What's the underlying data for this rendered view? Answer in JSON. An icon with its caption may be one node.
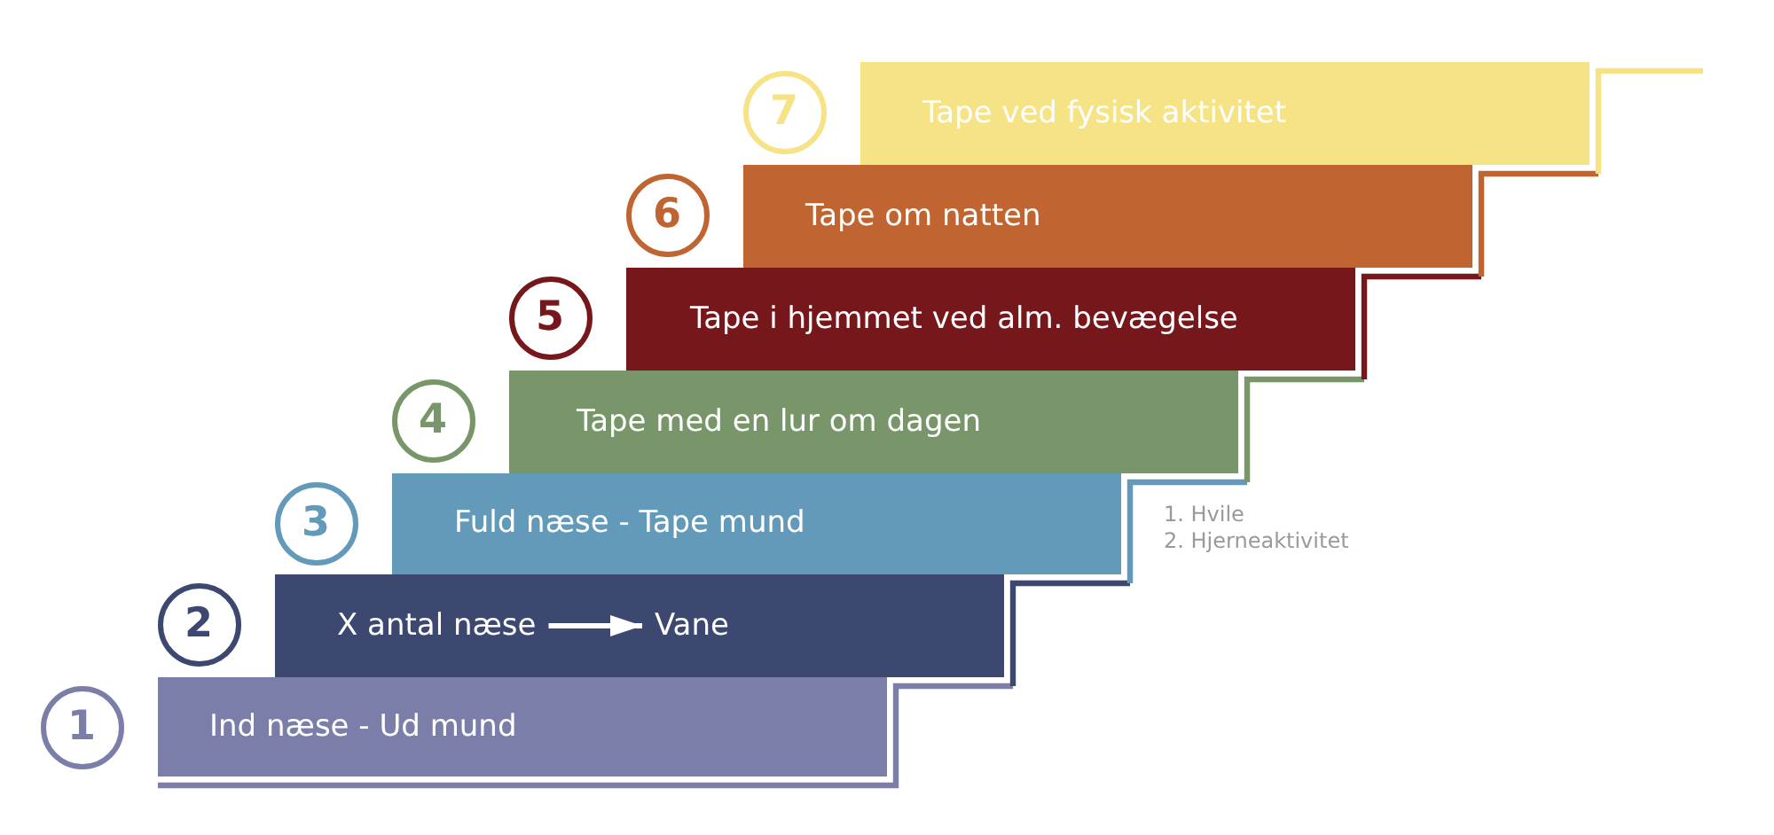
{
  "diagram": {
    "nodes": [
      {
        "text": [
          "1"
        ]
      },
      {
        "text": [
          "Ind næse - Ud mund"
        ]
      },
      {
        "text": [
          "2"
        ]
      },
      {
        "text": [],
        "shape": "bar"
      },
      {
        "text": [
          "X antal næse"
        ],
        "in": 3
      },
      {
        "text": [
          "Vane"
        ],
        "in": 3
      },
      {
        "text": [
          "3"
        ]
      },
      {
        "text": [
          "Fuld næse - Tape mund"
        ]
      },
      {
        "text": [
          "4"
        ]
      },
      {
        "text": [
          "Tape med en lur om dagen"
        ]
      },
      {
        "text": [
          "5"
        ]
      },
      {
        "text": [
          "Tape i hjemmet ved alm. bevægelse"
        ]
      },
      {
        "text": [
          "6"
        ]
      },
      {
        "text": [
          "Tape om natten"
        ]
      },
      {
        "text": [
          "7"
        ]
      },
      {
        "text": [
          "Tape ved fysisk aktivitet"
        ]
      }
    ],
    "edges": [
      {
        "from": 4,
        "to": 5,
        "arrow": "to"
      }
    ],
    "labels": [
      "1. Hvile",
      "2. Hjerneaktivitet"
    ]
  }
}
